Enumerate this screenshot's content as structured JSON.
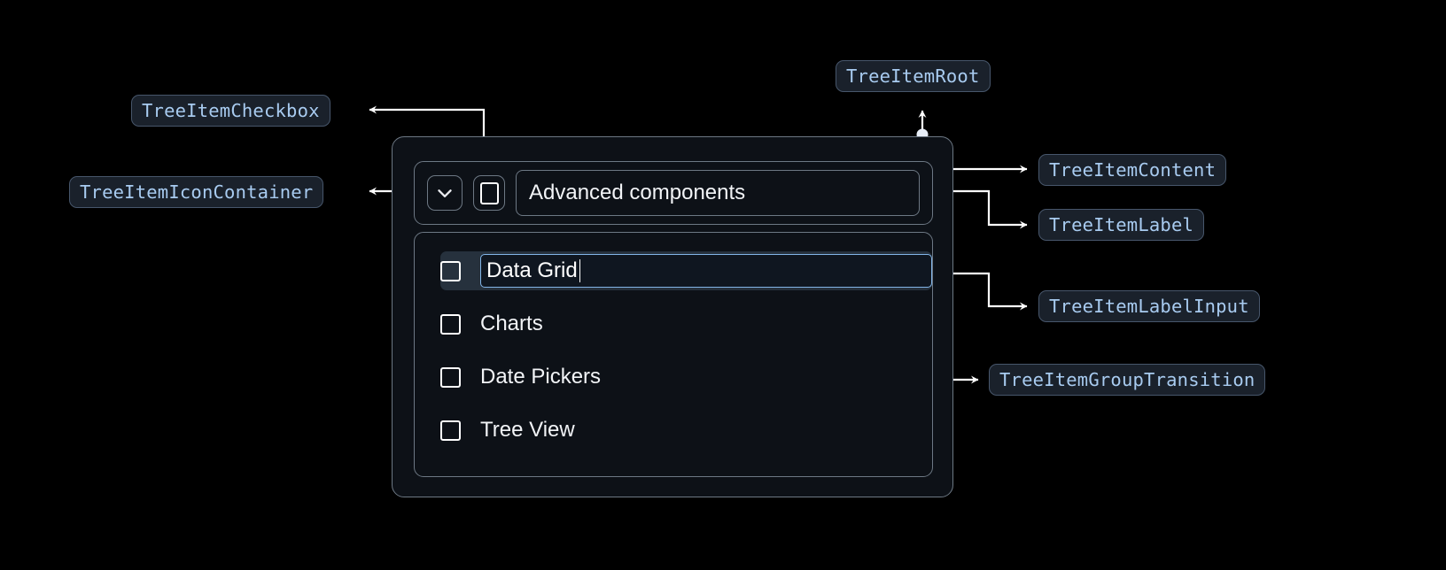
{
  "theme": {
    "page_bg": "#000000",
    "card_bg": "#0d1117",
    "card_border": "#6d7884",
    "chip_bg": "#1a212b",
    "chip_border": "#47566b",
    "chip_text": "#a8cbf0",
    "text": "#f2f4f7",
    "selected_row_bg": "#26313d",
    "input_focus_border": "#82b5e8",
    "wire": "#ffffff"
  },
  "annotations": [
    {
      "id": "tree-item-checkbox",
      "label": "TreeItemCheckbox"
    },
    {
      "id": "tree-item-icon-container",
      "label": "TreeItemIconContainer"
    },
    {
      "id": "tree-item-root",
      "label": "TreeItemRoot"
    },
    {
      "id": "tree-item-content",
      "label": "TreeItemContent"
    },
    {
      "id": "tree-item-label",
      "label": "TreeItemLabel"
    },
    {
      "id": "tree-item-label-input",
      "label": "TreeItemLabelInput"
    },
    {
      "id": "tree-item-group-transition",
      "label": "TreeItemGroupTransition"
    }
  ],
  "tree": {
    "root_item": {
      "label": "Advanced components",
      "expanded": true,
      "checkbox_checked": false,
      "expand_icon": "chevron-down-icon"
    },
    "children": [
      {
        "label": "Data Grid",
        "editing": true,
        "checked": false,
        "selected": true
      },
      {
        "label": "Charts",
        "editing": false,
        "checked": false,
        "selected": false
      },
      {
        "label": "Date Pickers",
        "editing": false,
        "checked": false,
        "selected": false
      },
      {
        "label": "Tree View",
        "editing": false,
        "checked": false,
        "selected": false
      }
    ],
    "editing_value": "Data Grid"
  }
}
